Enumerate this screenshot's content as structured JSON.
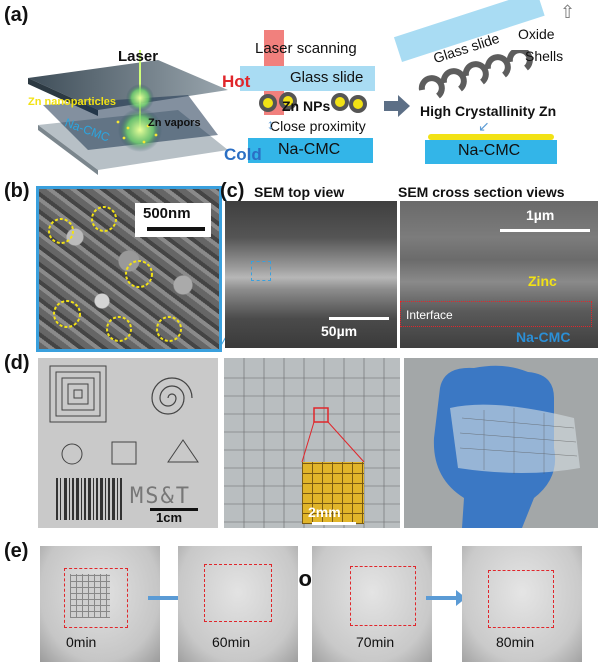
{
  "panels": {
    "a": "(a)",
    "b": "(b)",
    "c": "(c)",
    "d": "(d)",
    "e": "(e)"
  },
  "a": {
    "laser": "Laser",
    "zn_np": "Zn nanoparticles",
    "zn_vapors": "Zn vapors",
    "na_cmc_left": "Na-CMC",
    "laser_scanning": "Laser scanning",
    "hot": "Hot",
    "glass_slide": "Glass slide",
    "zn_nps": "Zn NPs",
    "close_proximity": "Close proximity",
    "cold": "Cold",
    "na_cmc_mid": "Na-CMC",
    "glass_slide_right": "Glass slide",
    "oxide": "Oxide",
    "shells": "Shells",
    "high_cryst": "High Crystallinity Zn",
    "na_cmc_right": "Na-CMC"
  },
  "b": {
    "scale": "500nm"
  },
  "c": {
    "top_title": "SEM top view",
    "cross_title": "SEM cross section views",
    "scale_top": "50µm",
    "scale_cross": "1µm",
    "zinc": "Zinc",
    "interface": "Interface",
    "na_cmc": "Na-CMC"
  },
  "d": {
    "mst": "MS&T",
    "scale_left": "1cm",
    "scale_mid": "2mm"
  },
  "e": {
    "dissolving": "Dissolving",
    "times": [
      "0min",
      "60min",
      "70min",
      "80min"
    ]
  },
  "colors": {
    "hot": "#e0262b",
    "cold": "#2b6fc4",
    "na_cmc": "#33b5e8",
    "glass": "#a9dcf3",
    "zinc_yellow": "#f2e215",
    "laser_beam": "#f0726f",
    "arrow": "#5b9bd5"
  }
}
